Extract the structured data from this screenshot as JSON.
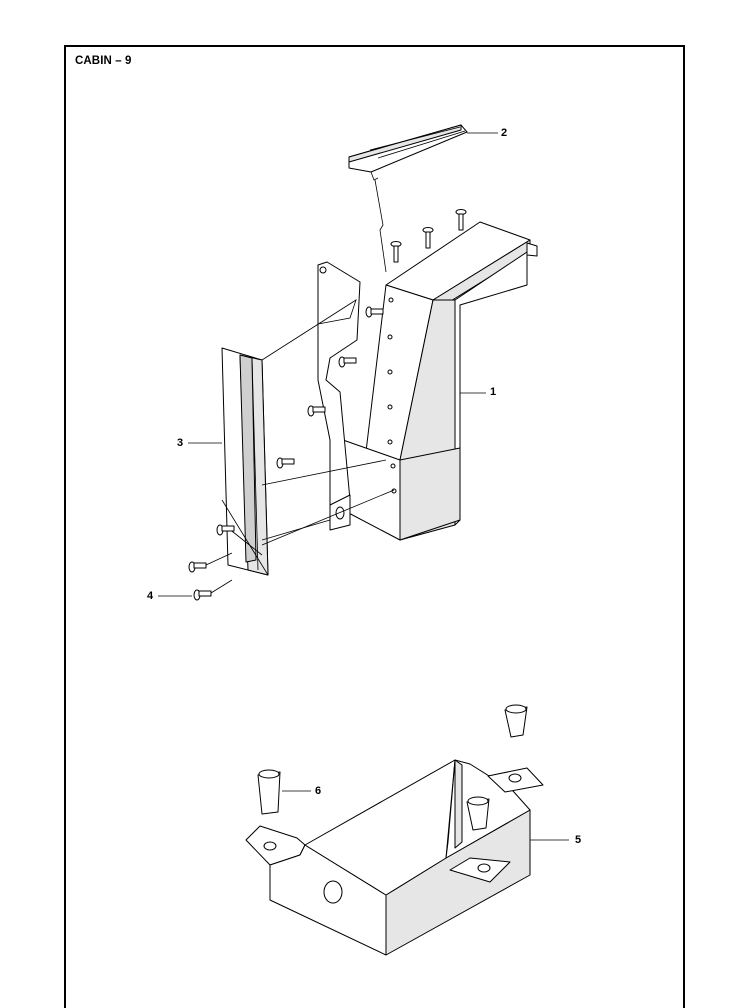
{
  "page_title": "CABIN – 9",
  "callouts": [
    {
      "id": "c2",
      "label": "2"
    },
    {
      "id": "c1",
      "label": "1"
    },
    {
      "id": "c3",
      "label": "3"
    },
    {
      "id": "c4",
      "label": "4"
    },
    {
      "id": "c6",
      "label": "6"
    },
    {
      "id": "c5",
      "label": "5"
    }
  ]
}
